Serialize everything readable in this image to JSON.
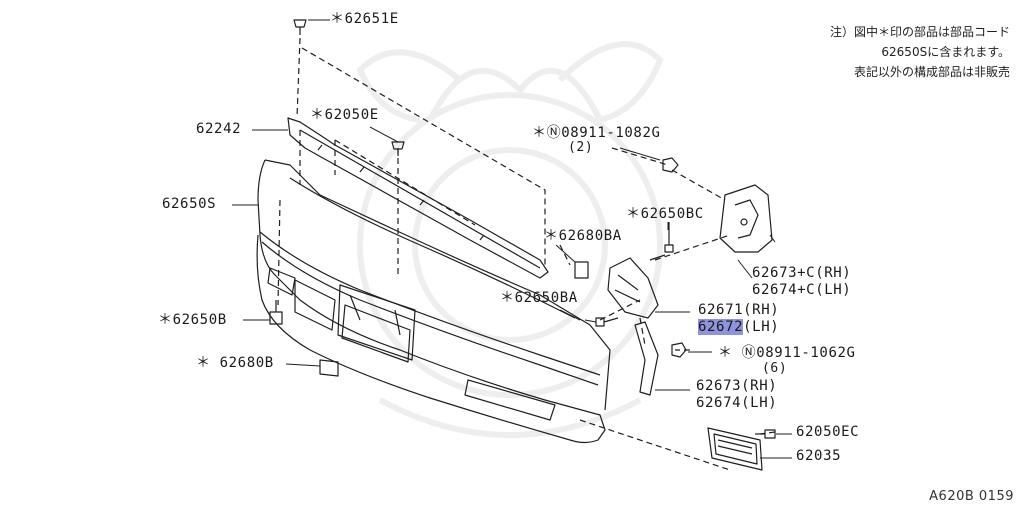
{
  "note": {
    "line1": "注）図中＊印の部品は部品コード",
    "line2": "62650Sに含まれます。",
    "line3": "表記以外の構成部品は非販売"
  },
  "labels": {
    "p62651E": "＊62651E",
    "p62242": "62242",
    "p62050E": "＊62050E",
    "p08911_1082G": "＊Ⓝ08911-1082G",
    "p08911_1082G_qty": "(2)",
    "p62650S": "62650S",
    "p62650BC": "＊62650BC",
    "p62680BA": "＊62680BA",
    "p62673C": "62673+C(RH)",
    "p62674C": "62674+C(LH)",
    "p62650BA": "＊62650BA",
    "p62671": "62671(RH)",
    "p62672_prefix": "6267",
    "p62672_hl": "2",
    "p62672_suffix": "(LH)",
    "p62650B": "＊62650B",
    "p08911_1062G": "＊ Ⓝ08911-1062G",
    "p08911_1062G_qty": "(6)",
    "p62680B": "＊ 62680B",
    "p62673": "62673(RH)",
    "p62674": "62674(LH)",
    "p62050EC": "62050EC",
    "p62035": "62035"
  },
  "diagram_code": "A620B 0159",
  "colors": {
    "line": "#1f1f1f",
    "highlight": "#8f93dd",
    "watermark": "#eeeeee"
  }
}
